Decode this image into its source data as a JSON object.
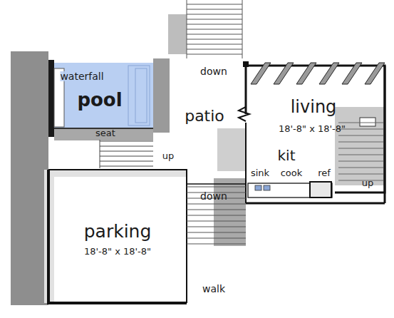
{
  "diagram": {
    "nodes": [
      {
        "text": [
          "pool"
        ]
      },
      {
        "text": [
          "living",
          "18'-8\" x 18'-8\""
        ]
      },
      {
        "text": [
          "parking",
          "18'-8\" x 18'-8\""
        ]
      }
    ],
    "labels": [
      "waterfall",
      "seat",
      "down",
      "patio",
      "up",
      "kit",
      "sink",
      "cook",
      "ref",
      "up",
      "down",
      "walk"
    ]
  }
}
